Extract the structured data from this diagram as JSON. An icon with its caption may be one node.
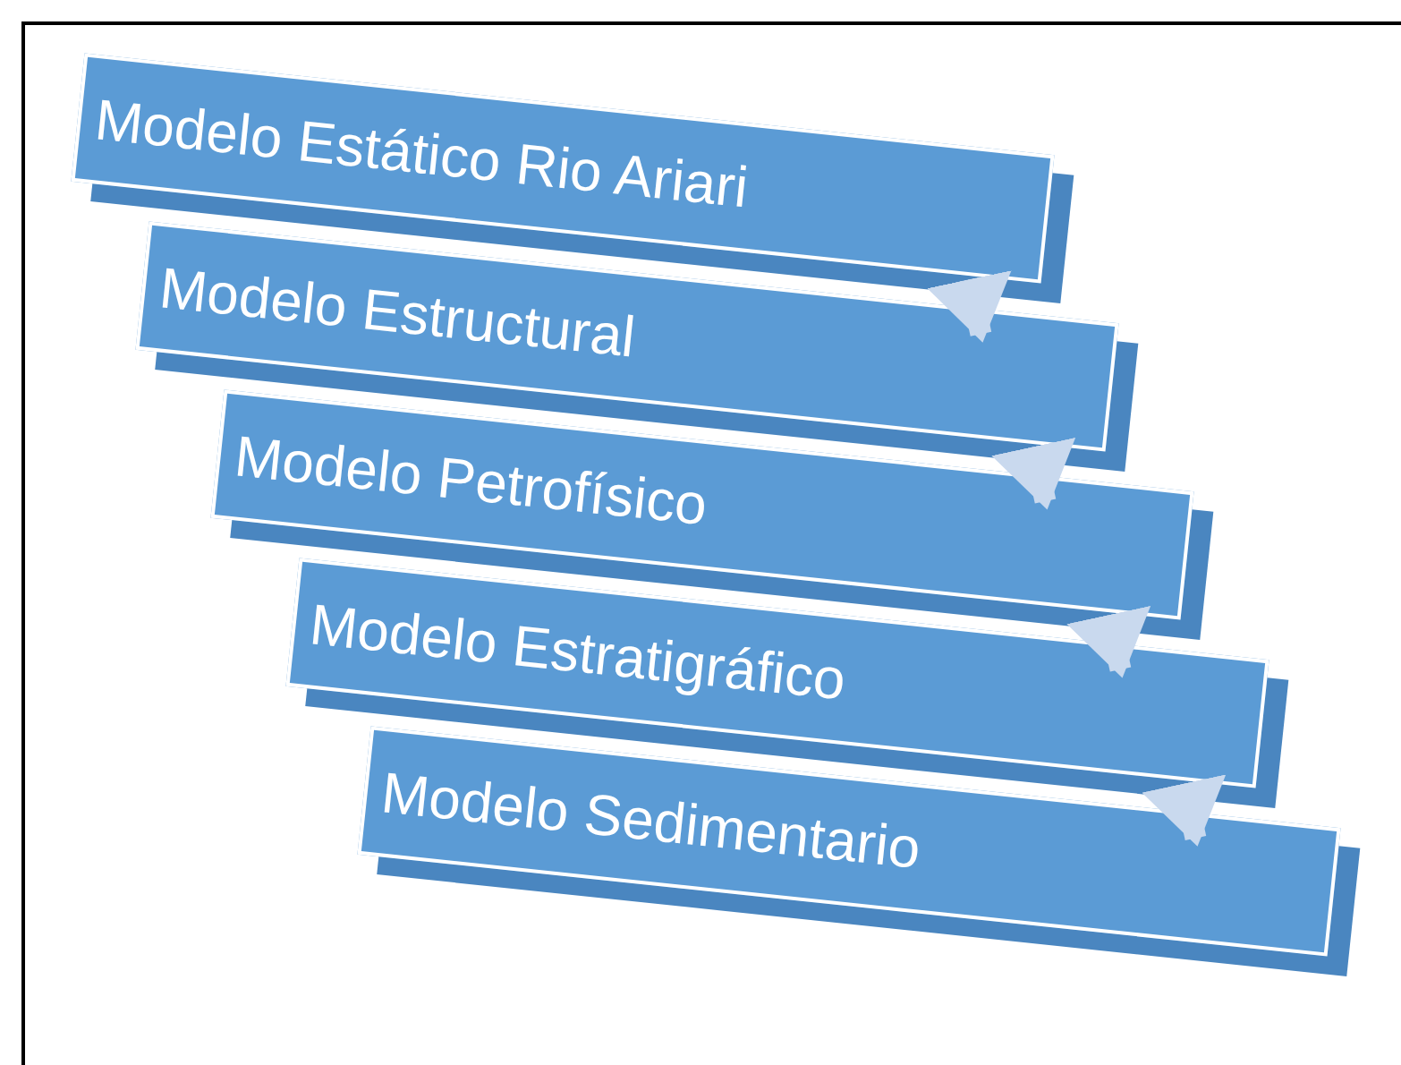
{
  "diagram": {
    "nodes": [
      {
        "text": [
          "Modelo Estático Rio Ariari"
        ]
      },
      {
        "text": [
          "Modelo Estructural"
        ]
      },
      {
        "text": [
          "Modelo Petrofísico"
        ]
      },
      {
        "text": [
          "Modelo Estratigráfico"
        ]
      },
      {
        "text": [
          "Modelo Sedimentario"
        ]
      }
    ],
    "edges": [
      {
        "from": 0,
        "to": 1,
        "arrow": "to"
      },
      {
        "from": 1,
        "to": 2,
        "arrow": "to"
      },
      {
        "from": 2,
        "to": 3,
        "arrow": "to"
      },
      {
        "from": 3,
        "to": 4,
        "arrow": "to"
      }
    ]
  }
}
